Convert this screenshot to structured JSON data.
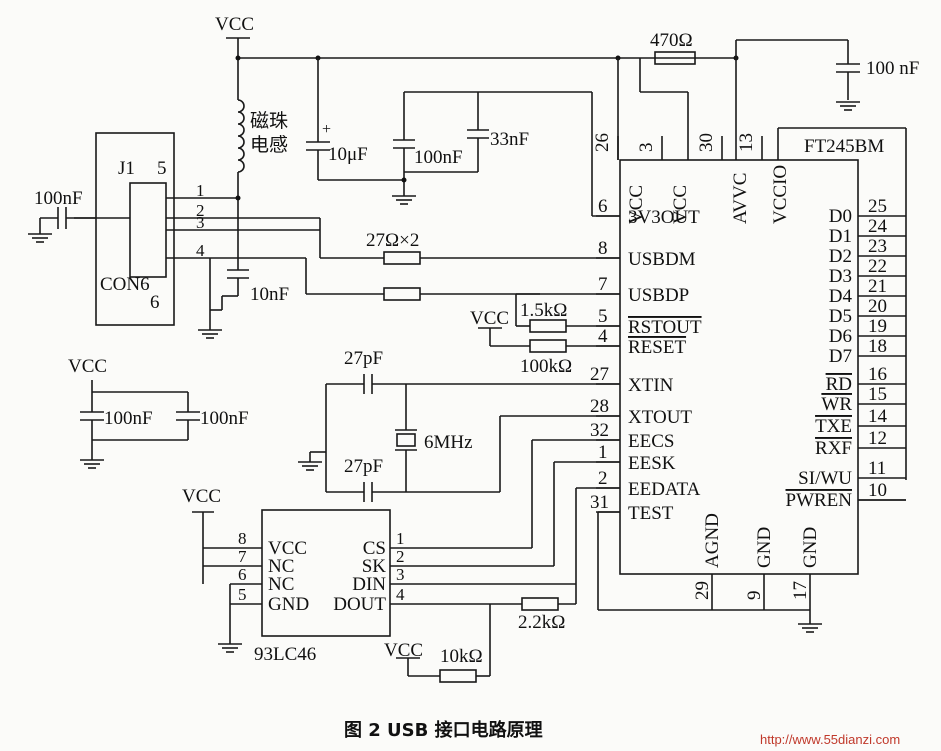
{
  "labels": {
    "vcc_top": "VCC",
    "ferrite_1": "磁珠",
    "ferrite_2": "电感",
    "c_10uf": "10μF",
    "c_100nf_mid": "100nF",
    "c_33nf": "33nF",
    "r_470": "470Ω",
    "c_100nf_right": "100 nF",
    "chip_name": "FT245BM",
    "j1": "J1",
    "j1_pin5": "5",
    "con6": "CON6",
    "con6_6": "6",
    "c_100nf_left": "100nF",
    "c_10nf": "10nF",
    "r_27x2": "27Ω×2",
    "r_1_5k": "1.5kΩ",
    "r_100k": "100kΩ",
    "vcc_rst": "VCC",
    "c_27pf_top": "27pF",
    "c_27pf_bot": "27pF",
    "xtal": "6MHz",
    "vcc_left": "VCC",
    "c_dec_1": "100nF",
    "c_dec_2": "100nF",
    "vcc_eep": "VCC",
    "eep_name": "93LC46",
    "r_2_2k": "2.2kΩ",
    "vcc_10k": "VCC",
    "r_10k": "10kΩ",
    "caption": "图 2   USB 接口电路原理",
    "watermark": "http://www.55dianzi.com"
  },
  "chip_left_pins": [
    {
      "num": "6",
      "name": "3V3OUT"
    },
    {
      "num": "8",
      "name": "USBDM"
    },
    {
      "num": "7",
      "name": "USBDP"
    },
    {
      "num": "5",
      "name": "RSTOUT"
    },
    {
      "num": "4",
      "name": "RESET"
    },
    {
      "num": "27",
      "name": "XTIN"
    },
    {
      "num": "28",
      "name": "XTOUT"
    },
    {
      "num": "32",
      "name": "EECS"
    },
    {
      "num": "1",
      "name": "EESK"
    },
    {
      "num": "2",
      "name": "EEDATA"
    },
    {
      "num": "31",
      "name": "TEST"
    }
  ],
  "chip_top_pins": [
    {
      "num": "26",
      "name": "VCC"
    },
    {
      "num": "3",
      "name": "VCC"
    },
    {
      "num": "30",
      "name": "AVVC"
    },
    {
      "num": "13",
      "name": "VCCIO"
    }
  ],
  "chip_right_pins": [
    {
      "num": "25",
      "name": "D0"
    },
    {
      "num": "24",
      "name": "D1"
    },
    {
      "num": "23",
      "name": "D2"
    },
    {
      "num": "22",
      "name": "D3"
    },
    {
      "num": "21",
      "name": "D4"
    },
    {
      "num": "20",
      "name": "D5"
    },
    {
      "num": "19",
      "name": "D6"
    },
    {
      "num": "18",
      "name": "D7"
    },
    {
      "num": "16",
      "name": "RD"
    },
    {
      "num": "15",
      "name": "WR"
    },
    {
      "num": "14",
      "name": "TXE"
    },
    {
      "num": "12",
      "name": "RXF"
    },
    {
      "num": "11",
      "name": "SI/WU"
    },
    {
      "num": "10",
      "name": "PWREN"
    }
  ],
  "chip_bottom_pins": [
    {
      "num": "29",
      "name": "AGND"
    },
    {
      "num": "9",
      "name": "GND"
    },
    {
      "num": "17",
      "name": "GND"
    }
  ],
  "con6_pins": [
    "1",
    "2",
    "3",
    "4"
  ],
  "eep_left_pins": [
    {
      "num": "8",
      "name": "VCC"
    },
    {
      "num": "7",
      "name": "NC"
    },
    {
      "num": "6",
      "name": "NC"
    },
    {
      "num": "5",
      "name": "GND"
    }
  ],
  "eep_right_pins": [
    {
      "num": "1",
      "name": "CS"
    },
    {
      "num": "2",
      "name": "SK"
    },
    {
      "num": "3",
      "name": "DIN"
    },
    {
      "num": "4",
      "name": "DOUT"
    }
  ]
}
